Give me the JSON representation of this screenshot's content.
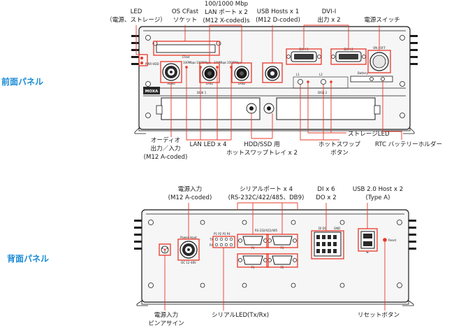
{
  "side_labels": {
    "front_panel": "前面パネル",
    "rear_panel": "背面パネル"
  },
  "front_callouts": {
    "led": [
      "LED",
      "（電源、ストレージ）"
    ],
    "cfast": [
      "OS CFast",
      "ソケット"
    ],
    "lan": [
      "100/1000 Mbp",
      "LAN ポート x 2",
      "(M12 X-coded)s"
    ],
    "usb": [
      "USB Hosts x 1",
      "(M12 D-coded)"
    ],
    "dvi": [
      "DVI-I",
      "出力 x 2"
    ],
    "power_switch": "電源スイッチ",
    "audio": [
      "オーディオ",
      "出力／入力",
      "(M12 A-coded)"
    ],
    "lan_led": "LAN LED x 4",
    "hdd": [
      "HDD/SSD 用",
      "ホットスワップトレイ x 2"
    ],
    "storage_led": "ストレージLED",
    "hotswap": [
      "ホットスワップ",
      "ボタン"
    ],
    "rtc": "RTC バッテリーホルダー"
  },
  "rear_callouts": {
    "power_input": [
      "電源入力",
      "(M12 A-coded)"
    ],
    "serial_ports": [
      "シリアルポート x 4",
      "(RS-232C/422/485、DB9)"
    ],
    "dio": [
      "DI x 6",
      "DO x 2"
    ],
    "usb2": [
      "USB 2.0 Host x 2",
      "(Type A)"
    ],
    "pin_assign": [
      "電源入力",
      "ピンアサイン"
    ],
    "serial_led": "シリアルLED(Tx/Rx)",
    "reset": "リセットボタン"
  },
  "panel_text": {
    "cfast": "CFast",
    "lan_speed_a": "100Mbps",
    "lan_speed_b": "1000Mbps",
    "lan1": "LAN1",
    "lan2": "LAN2",
    "disk1": "DISK 1",
    "disk2": "DISK 2",
    "dvi1": "DVI-I 1",
    "dvi2": "DVI-I 2",
    "on_off": "ON / OFF",
    "battery": "Battery",
    "l1": "L1",
    "l2": "L2",
    "audio": "Audio",
    "moxa": "MOXA",
    "pwr_hdd": "PWR  HDD",
    "power_input": "Power Input",
    "dc": "DC 12-48V",
    "serial_leds": "P1  P2  P3  P4",
    "tx_rx": [
      "TX",
      "RX"
    ],
    "rs232": "RS-232/422/485",
    "p1": "P1",
    "p2": "P2",
    "p3": "P3",
    "p4": "P4",
    "dio": "DI  DO",
    "gnd": "GND",
    "reset": "Reset"
  }
}
